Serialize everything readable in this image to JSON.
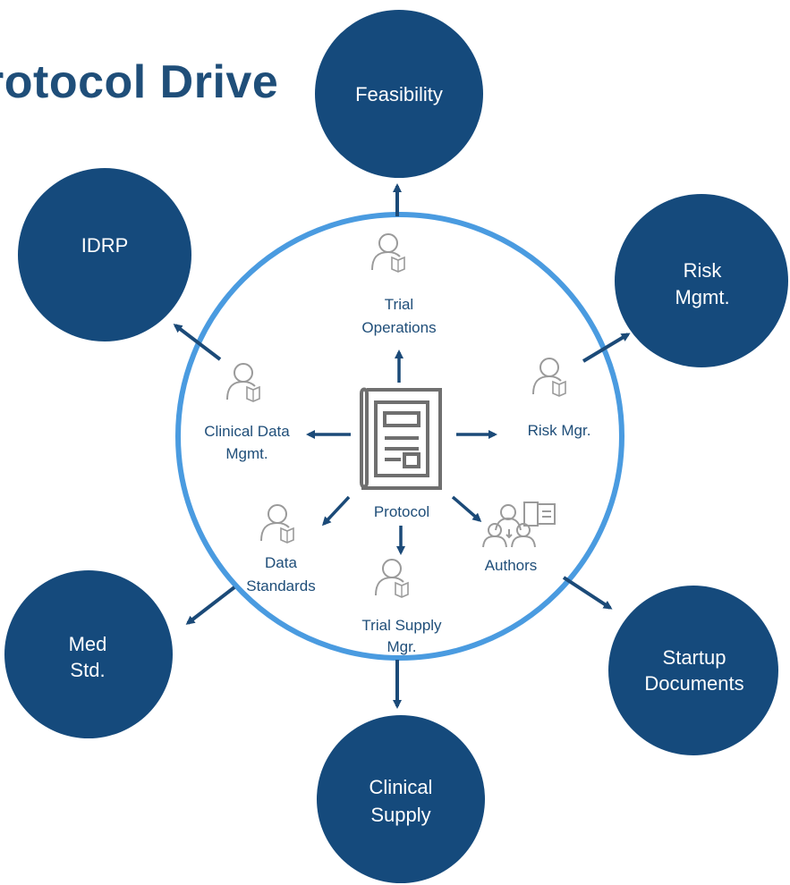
{
  "title": "rotocol Drive",
  "colors": {
    "outer_node": "#154a7c",
    "ring": "#4a9be0",
    "arrow": "#1b4a78",
    "role_text": "#1f4e79",
    "icon_gray": "#9a9a9a"
  },
  "center": {
    "label": "Protocol",
    "icon": "protocol-document-icon"
  },
  "roles": [
    {
      "id": "trial-operations",
      "lines": [
        "Trial",
        "Operations"
      ],
      "icon": "user-book-icon"
    },
    {
      "id": "risk-mgr",
      "lines": [
        "Risk Mgr."
      ],
      "icon": "user-book-icon"
    },
    {
      "id": "clinical-data-mgmt",
      "lines": [
        "Clinical Data",
        "Mgmt."
      ],
      "icon": "user-book-icon"
    },
    {
      "id": "data-standards",
      "lines": [
        "Data",
        "Standards"
      ],
      "icon": "user-book-icon"
    },
    {
      "id": "trial-supply-mgr",
      "lines": [
        "Trial Supply",
        "Mgr."
      ],
      "icon": "user-book-icon"
    },
    {
      "id": "authors",
      "lines": [
        "Authors"
      ],
      "icon": "user-group-icon"
    }
  ],
  "outer_nodes": [
    {
      "id": "feasibility",
      "lines": [
        "Feasibility"
      ]
    },
    {
      "id": "idrp",
      "lines": [
        "IDRP"
      ]
    },
    {
      "id": "risk-mgmt",
      "lines": [
        "Risk",
        "Mgmt."
      ]
    },
    {
      "id": "med-std",
      "lines": [
        "Med",
        "Std."
      ]
    },
    {
      "id": "startup-documents",
      "lines": [
        "Startup",
        "Documents"
      ]
    },
    {
      "id": "clinical-supply",
      "lines": [
        "Clinical",
        "Supply"
      ]
    }
  ]
}
